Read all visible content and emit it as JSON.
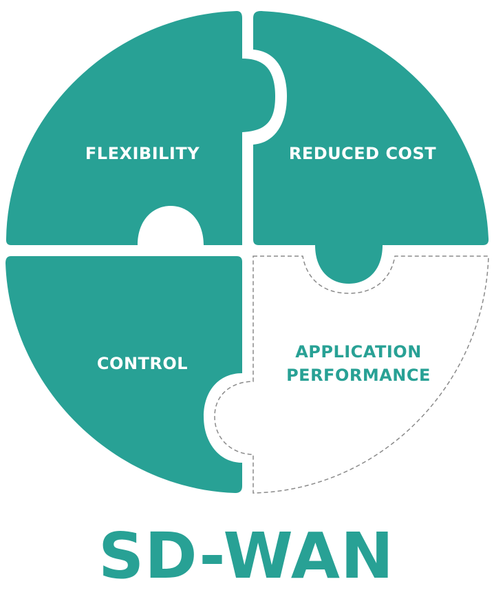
{
  "colors": {
    "teal": "#28A195",
    "dashed_outline": "#8a8a8a",
    "white": "#ffffff"
  },
  "pieces": {
    "top_left": {
      "label": "FLEXIBILITY"
    },
    "top_right": {
      "label": "REDUCED COST"
    },
    "bottom_left": {
      "label": "CONTROL"
    },
    "bottom_right": {
      "label_line1": "APPLICATION",
      "label_line2": "PERFORMANCE"
    }
  },
  "title": "SD-WAN"
}
